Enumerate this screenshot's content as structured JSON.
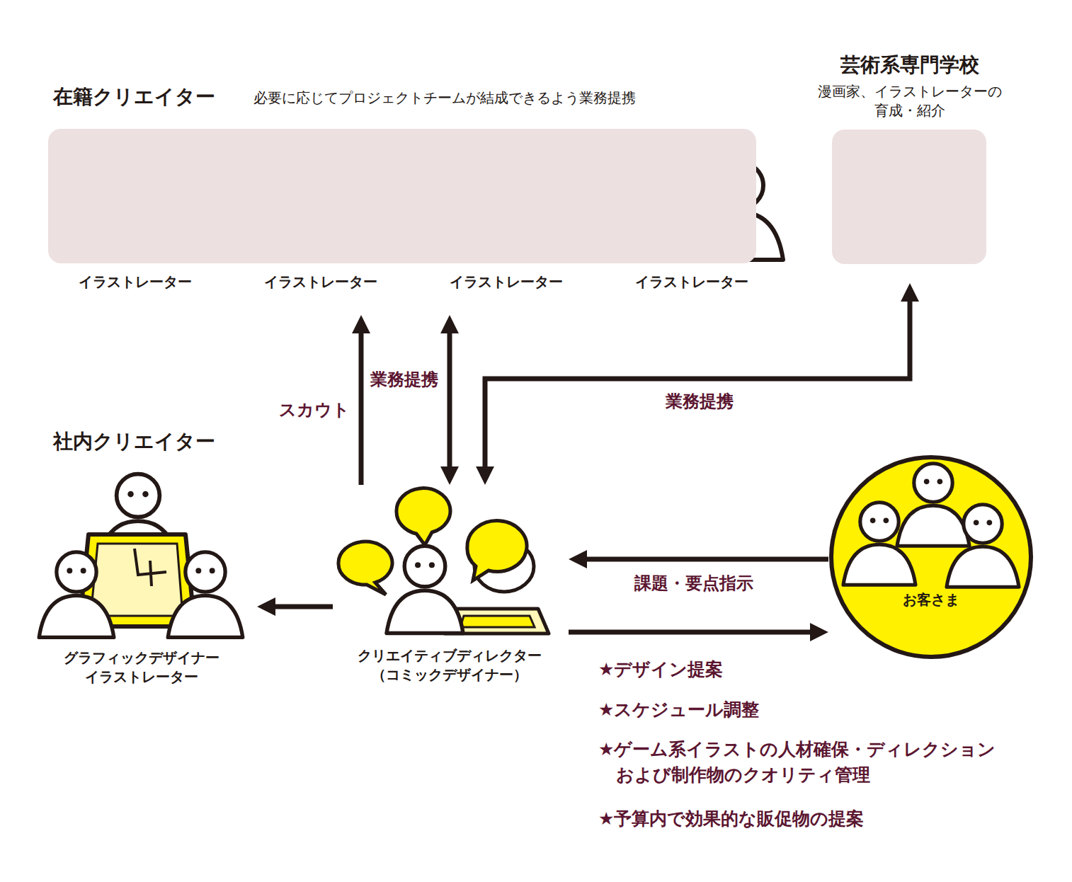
{
  "diagram": {
    "nodes": [
      {
        "text": [
          "在籍クリエイター",
          "必要に応じてプロジェクトチームが結成できるよう業務提携"
        ]
      },
      {
        "text": [
          "イラストレーター"
        ],
        "in": 0
      },
      {
        "text": [
          "イラストレーター"
        ],
        "in": 0
      },
      {
        "text": [
          "イラストレーター"
        ],
        "in": 0
      },
      {
        "text": [
          "イラストレーター"
        ],
        "in": 0
      },
      {
        "text": [
          "芸術系専門学校",
          "漫画家、イラストレーターの 育成・紹介"
        ]
      },
      {
        "text": [
          "社内クリエイター",
          "グラフィックデザイナー イラストレーター"
        ]
      },
      {
        "text": [
          "クリエイティブディレクター （コミックデザイナー）"
        ]
      },
      {
        "text": [
          "お客さま"
        ]
      }
    ],
    "edges": [
      {
        "from": 7,
        "to": 0,
        "arrow": "to",
        "label": "スカウト"
      },
      {
        "from": 7,
        "to": 0,
        "arrow": "both",
        "label": "業務提携"
      },
      {
        "from": 7,
        "to": 5,
        "arrow": "both",
        "label": "業務提携"
      },
      {
        "from": 7,
        "to": 6,
        "arrow": "to"
      },
      {
        "from": 8,
        "to": 7,
        "arrow": "to",
        "label": "課題・要点指示"
      },
      {
        "from": 7,
        "to": 8,
        "arrow": "to"
      }
    ],
    "labels": [
      "★デザイン提案",
      "★スケジュール調整",
      "★ゲーム系イラストの人材確保・ディレクション および制作物のクオリティ管理",
      "★予算内で効果的な販促物の提案"
    ]
  }
}
